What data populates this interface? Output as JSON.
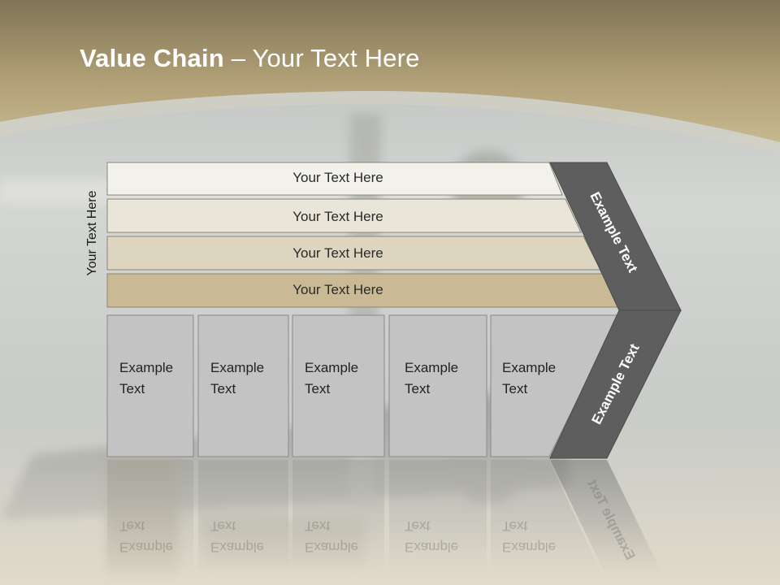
{
  "slide": {
    "title_bold": "Value Chain",
    "title_rest": " – Your Text Here",
    "side_label": "Your Text Here",
    "rows": [
      {
        "label": "Your Text Here",
        "color": "#f2f1ec"
      },
      {
        "label": "Your Text Here",
        "color": "#e9e5d9"
      },
      {
        "label": "Your Text Here",
        "color": "#ddd5c0"
      },
      {
        "label": "Your Text Here",
        "color": "#c9b995"
      }
    ],
    "boxes": [
      {
        "line1": "Example",
        "line2": "Text"
      },
      {
        "line1": "Example",
        "line2": "Text"
      },
      {
        "line1": "Example",
        "line2": "Text"
      },
      {
        "line1": "Example",
        "line2": "Text"
      },
      {
        "line1": "Example",
        "line2": "Text"
      }
    ],
    "chevron": {
      "upper_label": "Example Text",
      "lower_label": "Example Text",
      "color": "#5e5e5e"
    },
    "colors": {
      "header": "#a89a74",
      "box_fill": "#c3c3c3"
    }
  }
}
